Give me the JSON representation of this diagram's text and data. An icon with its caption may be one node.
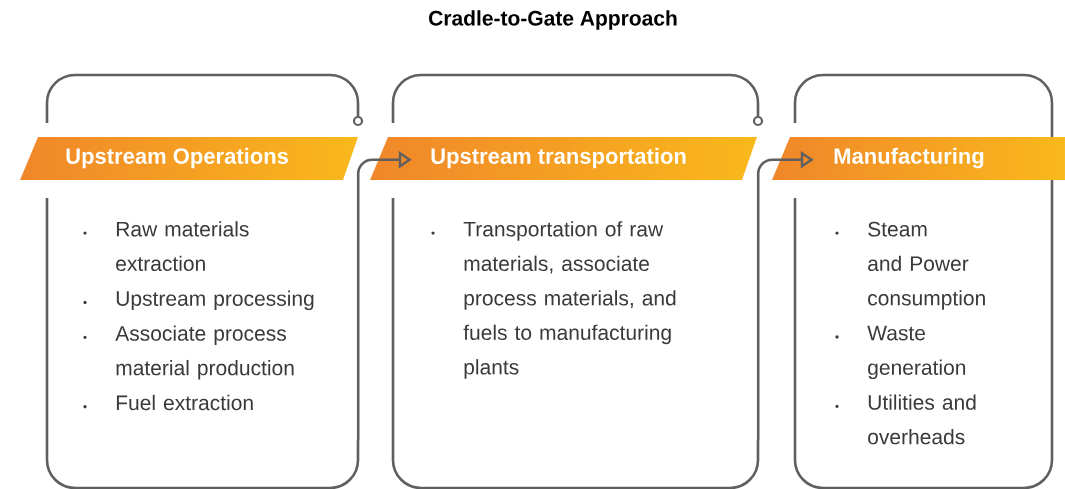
{
  "diagram": {
    "title": "Cradle-to-Gate Approach",
    "nodes": [
      {
        "text": [
          "Upstream Operations",
          "Raw materials extraction",
          "Upstream processing",
          "Associate process material production",
          "Fuel extraction"
        ]
      },
      {
        "text": [
          "Upstream transportation",
          "Transportation of raw materials, associate process materials, and fuels to manufacturing plants"
        ]
      },
      {
        "text": [
          "Manufacturing",
          "Steam and Power consumption",
          "Waste generation",
          "Utilities and overheads"
        ]
      }
    ],
    "edges": [
      {
        "from": 0,
        "to": 1,
        "arrow": "to"
      },
      {
        "from": 1,
        "to": 2,
        "arrow": "to"
      }
    ]
  }
}
